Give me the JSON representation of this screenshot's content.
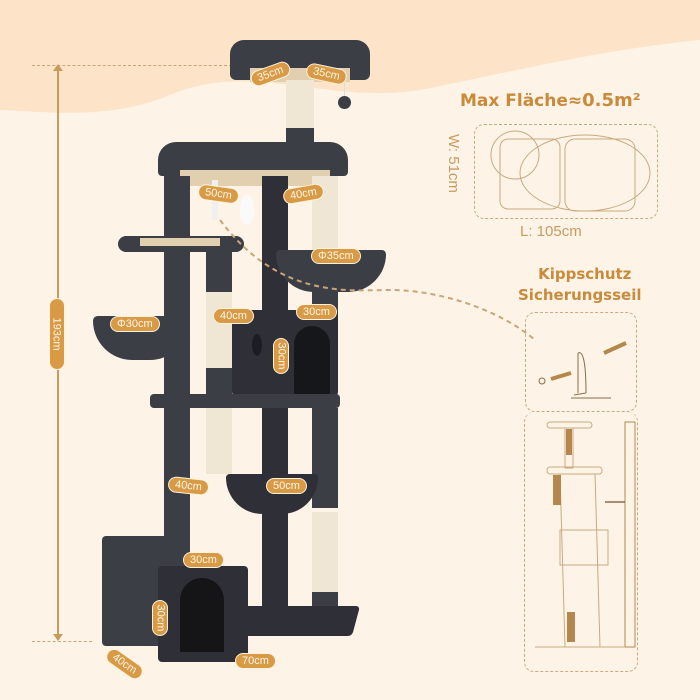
{
  "colors": {
    "background": "#fdf4e7",
    "wave": "#fde3c8",
    "accent": "#d89a45",
    "heading": "#c98a3b",
    "fur": "#3c3e46",
    "sisal": "#efe6d4"
  },
  "product": {
    "type": "cat-tree",
    "total_height_label": "193cm"
  },
  "dimensions": {
    "top_platform_left": "35cm",
    "top_platform_right": "35cm",
    "upper_platform_left": "50cm",
    "upper_platform_right": "40cm",
    "right_basket": "Φ35cm",
    "left_basket": "Φ30cm",
    "mid_span": "40cm",
    "condo_width": "30cm",
    "condo_height": "30cm",
    "lower_left": "40cm",
    "lower_hammock": "50cm",
    "bottom_condo_width": "30cm",
    "bottom_condo_height": "30cm",
    "base_depth": "40cm",
    "base_width": "70cm"
  },
  "area_panel": {
    "title_prefix": "Max Fläche≈",
    "title_value": "0.5m²",
    "width_label": "W: 51cm",
    "length_label": "L: 105cm"
  },
  "safety_panel": {
    "title_line1": "Kippschutz",
    "title_line2": "Sicherungsseil"
  },
  "icons": {
    "screw": "screw-icon",
    "anchor": "wall-anchor-icon",
    "bracket": "bracket-icon",
    "wall": "wall-hatch-icon"
  }
}
